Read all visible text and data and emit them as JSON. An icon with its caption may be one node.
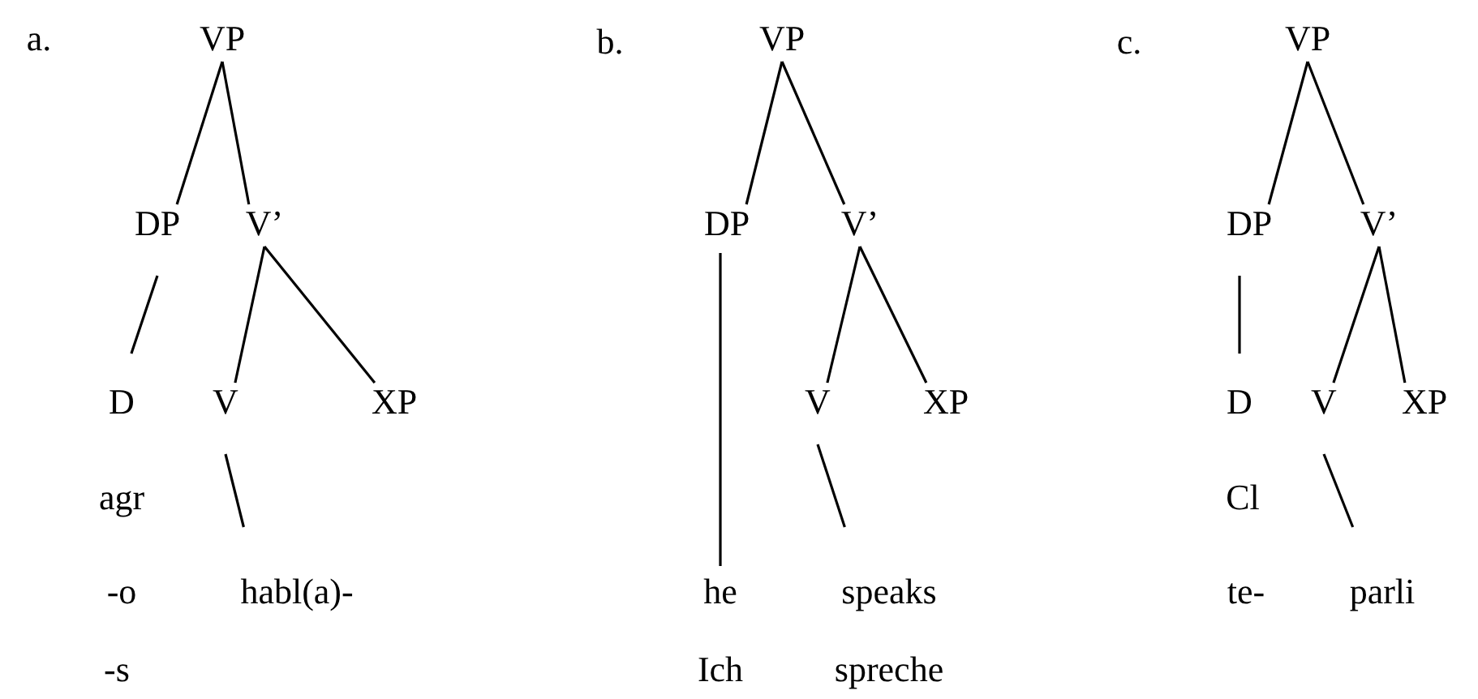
{
  "diagram": {
    "nodes": [
      {
        "text": [
          "VP"
        ]
      },
      {
        "text": [
          "DP"
        ]
      },
      {
        "text": [
          "V’"
        ]
      },
      {
        "text": [
          "D"
        ]
      },
      {
        "text": [
          "V"
        ]
      },
      {
        "text": [
          "XP"
        ]
      },
      {
        "text": [
          "habl(a)-"
        ]
      },
      {
        "text": [
          "VP"
        ]
      },
      {
        "text": [
          "DP"
        ]
      },
      {
        "text": [
          "V’"
        ]
      },
      {
        "text": [
          "V"
        ]
      },
      {
        "text": [
          "XP"
        ]
      },
      {
        "text": [
          "he"
        ]
      },
      {
        "text": [
          "speaks"
        ]
      },
      {
        "text": [
          "VP"
        ]
      },
      {
        "text": [
          "DP"
        ]
      },
      {
        "text": [
          "V’"
        ]
      },
      {
        "text": [
          "D"
        ]
      },
      {
        "text": [
          "V"
        ]
      },
      {
        "text": [
          "XP"
        ]
      },
      {
        "text": [
          "parli"
        ]
      }
    ],
    "edges": [
      {
        "from": 0,
        "to": 1,
        "arrow": "none"
      },
      {
        "from": 0,
        "to": 2,
        "arrow": "none"
      },
      {
        "from": 1,
        "to": 3,
        "arrow": "none"
      },
      {
        "from": 2,
        "to": 4,
        "arrow": "none"
      },
      {
        "from": 2,
        "to": 5,
        "arrow": "none"
      },
      {
        "from": 4,
        "to": 6,
        "arrow": "none"
      },
      {
        "from": 7,
        "to": 8,
        "arrow": "none"
      },
      {
        "from": 7,
        "to": 9,
        "arrow": "none"
      },
      {
        "from": 8,
        "to": 12,
        "arrow": "none"
      },
      {
        "from": 9,
        "to": 10,
        "arrow": "none"
      },
      {
        "from": 9,
        "to": 11,
        "arrow": "none"
      },
      {
        "from": 10,
        "to": 13,
        "arrow": "none"
      },
      {
        "from": 14,
        "to": 15,
        "arrow": "none"
      },
      {
        "from": 14,
        "to": 16,
        "arrow": "none"
      },
      {
        "from": 15,
        "to": 17,
        "arrow": "none"
      },
      {
        "from": 16,
        "to": 18,
        "arrow": "none"
      },
      {
        "from": 16,
        "to": 19,
        "arrow": "none"
      },
      {
        "from": 18,
        "to": 20,
        "arrow": "none"
      }
    ],
    "labels": [
      "a.",
      "b.",
      "c.",
      "agr",
      "Cl",
      "-o",
      "te-",
      "-s",
      "Ich",
      "spreche"
    ]
  }
}
